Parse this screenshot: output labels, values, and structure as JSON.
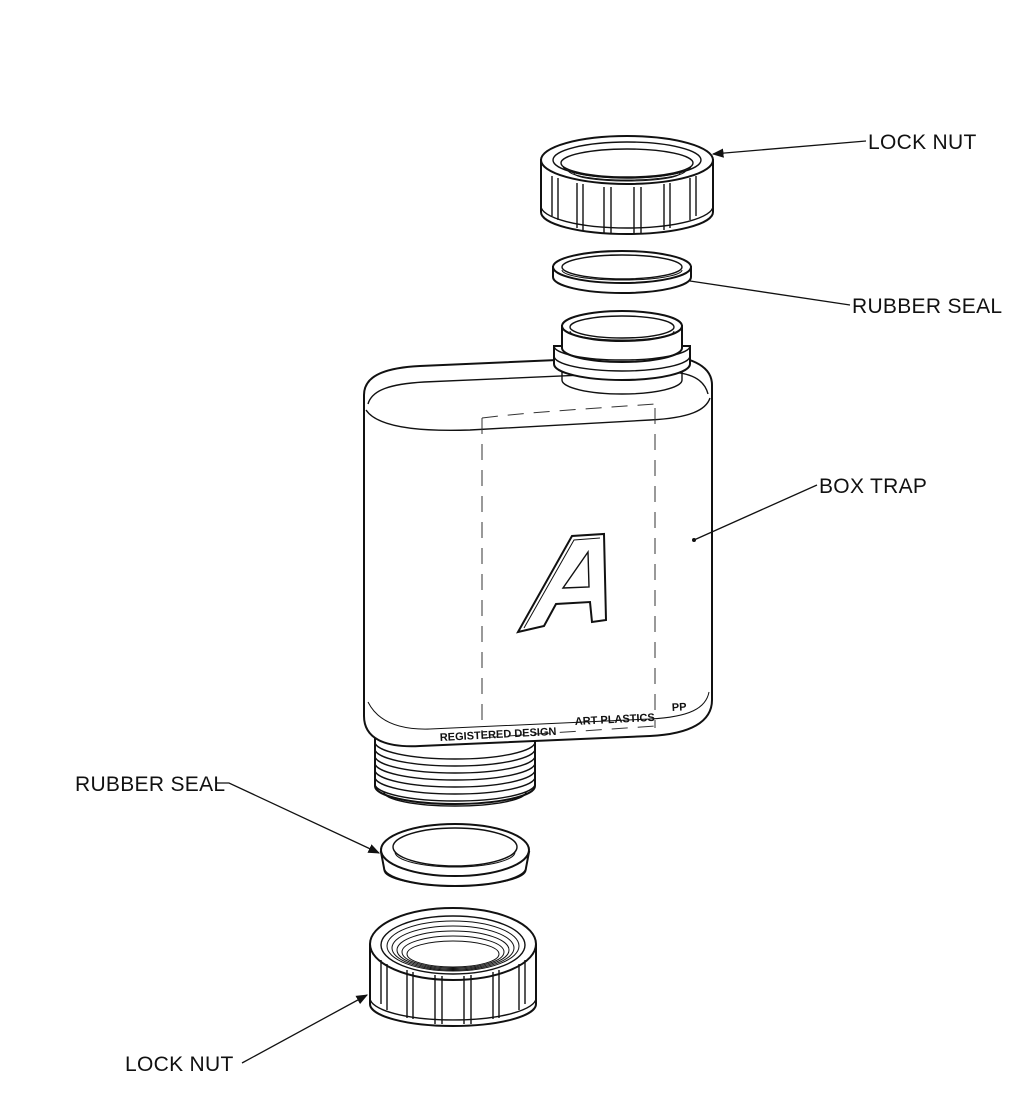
{
  "labels": {
    "lock_nut_top": "LOCK NUT",
    "rubber_seal_top": "RUBBER SEAL",
    "box_trap": "BOX TRAP",
    "rubber_seal_bottom": "RUBBER SEAL",
    "lock_nut_bottom": "LOCK NUT"
  },
  "embossing": {
    "registered_design": "REGISTERED DESIGN",
    "brand": "ART PLASTICS",
    "code": "PP",
    "logo_letter": "A"
  }
}
